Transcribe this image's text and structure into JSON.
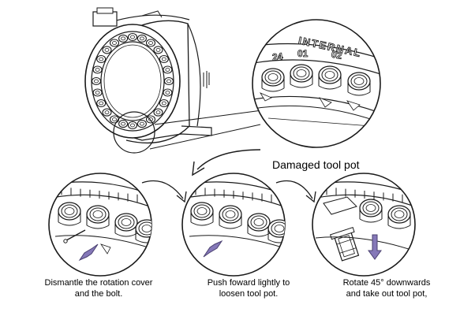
{
  "diagram": {
    "callout_label": "Damaged tool pot",
    "magazine_label": "INTERNAL",
    "pot_numbers": [
      "24",
      "01",
      "02"
    ],
    "steps": [
      {
        "line1": "Dismantle the rotation cover",
        "line2": "and the bolt."
      },
      {
        "line1": "Push foward lightly to",
        "line2": "loosen tool pot."
      },
      {
        "line1": "Rotate 45° downwards",
        "line2": "and take out tool pot,"
      }
    ],
    "colors": {
      "line": "#1a1a1a",
      "arrow": "#8578b8",
      "arrow_edge": "#4a4070"
    }
  }
}
